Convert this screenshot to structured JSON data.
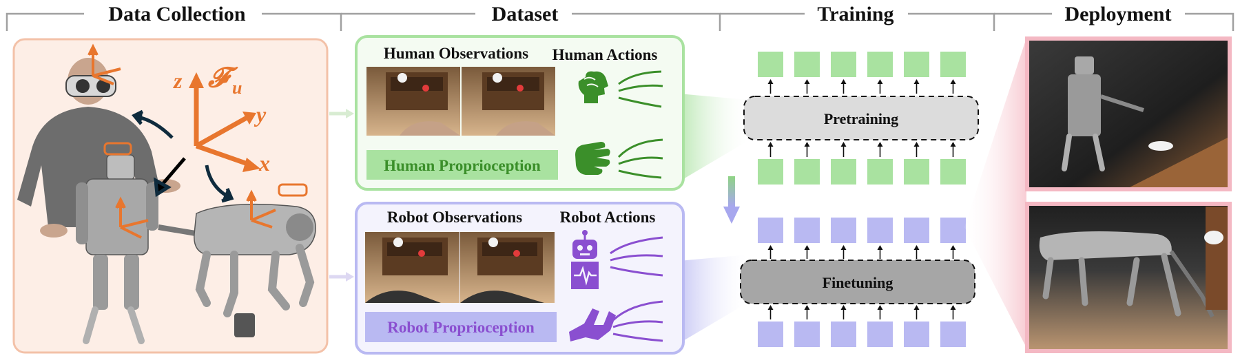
{
  "sections": {
    "data_collection": "Data Collection",
    "dataset": "Dataset",
    "training": "Training",
    "deployment": "Deployment"
  },
  "dataset": {
    "human_observations": "Human Observations",
    "human_actions": "Human Actions",
    "human_proprioception": "Human Proprioception",
    "robot_observations": "Robot Observations",
    "robot_actions": "Robot Actions",
    "robot_proprioception": "Robot Proprioception"
  },
  "frame": {
    "name": "𝓕",
    "subscript": "u",
    "axis_x": "x",
    "axis_y": "y",
    "axis_z": "z"
  },
  "training": {
    "pretraining": "Pretraining",
    "finetuning": "Finetuning"
  },
  "colors": {
    "human_green": "#a9e2a0",
    "human_green_dark": "#3b8f2a",
    "robot_purple": "#b9b9f2",
    "robot_purple_dark": "#8a4fd0",
    "frame_orange": "#e8762e",
    "collection_bg": "#fdeee6",
    "deployment_pink": "#f4b8c3"
  },
  "icons": [
    "brain-head-icon",
    "hand-icon",
    "robot-icon",
    "pulse-monitor-icon",
    "gripper-icon",
    "arrow-up-icon",
    "arrow-down-icon"
  ]
}
